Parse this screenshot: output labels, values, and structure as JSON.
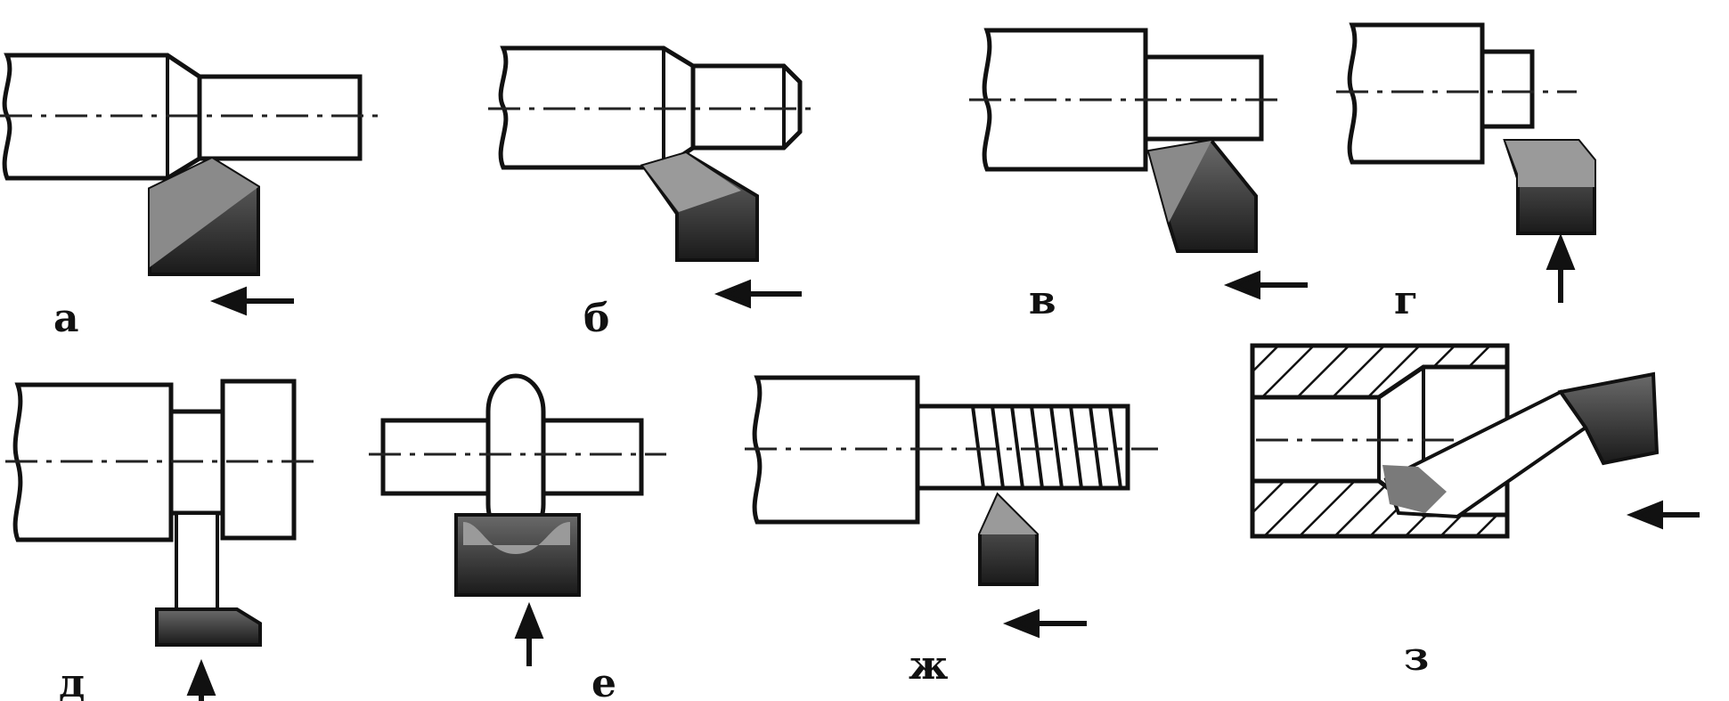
{
  "labels": {
    "a": "а",
    "b": "б",
    "v": "в",
    "g": "г",
    "d": "д",
    "e": "е",
    "zh": "ж",
    "z": "з"
  },
  "colors": {
    "ink": "#111111",
    "paper": "#ffffff",
    "tool_shade": "#3a3a3a"
  }
}
